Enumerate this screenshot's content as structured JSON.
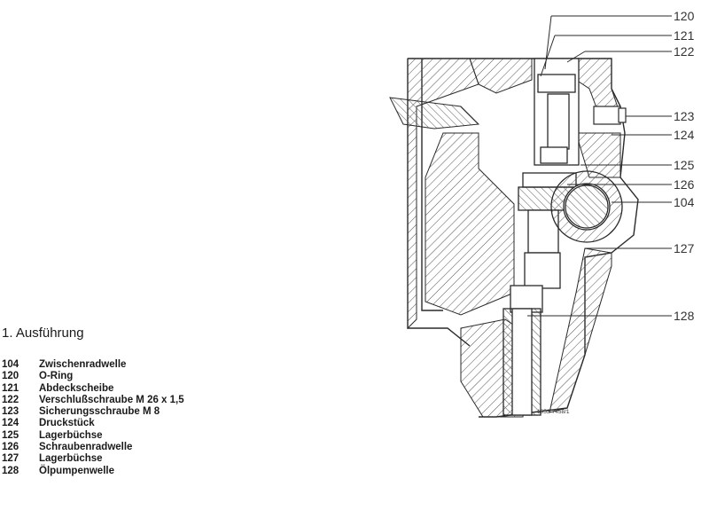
{
  "legend": {
    "title": "1. Ausführung",
    "items": [
      {
        "num": "104",
        "text": "Zwischenradwelle"
      },
      {
        "num": "120",
        "text": "O-Ring"
      },
      {
        "num": "121",
        "text": "Abdeckscheibe"
      },
      {
        "num": "122",
        "text": "Verschlußschraube M 26 x 1,5"
      },
      {
        "num": "123",
        "text": "Sicherungsschraube M 8"
      },
      {
        "num": "124",
        "text": "Druckstück"
      },
      {
        "num": "125",
        "text": "Lagerbüchse"
      },
      {
        "num": "126",
        "text": "Schraubenradwelle"
      },
      {
        "num": "127",
        "text": "Lagerbüchse"
      },
      {
        "num": "128",
        "text": "Ölpumpenwelle"
      }
    ]
  },
  "callouts": [
    "120",
    "121",
    "122",
    "123",
    "124",
    "125",
    "126",
    "104",
    "127",
    "128"
  ],
  "figure_ref": "1053-7458/1",
  "colors": {
    "ink": "#2a2a2a",
    "hatch": "#555555"
  }
}
